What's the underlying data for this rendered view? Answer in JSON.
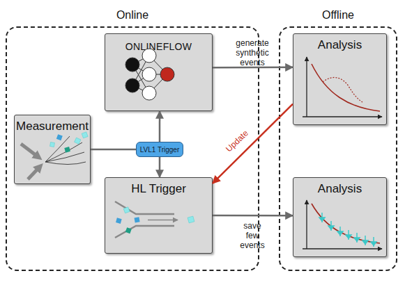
{
  "diagram": {
    "nodes": [
      {
        "text": [
          "Online"
        ]
      },
      {
        "text": [
          "ONLINEFLOW"
        ],
        "in": 0
      },
      {
        "text": [
          "Measurement"
        ],
        "in": 0
      },
      {
        "text": [
          "LVL1 Trigger"
        ],
        "in": 0
      },
      {
        "text": [
          "HL Trigger"
        ],
        "in": 0
      },
      {
        "text": [
          "Offline"
        ]
      },
      {
        "text": [
          "Analysis"
        ],
        "in": 5
      },
      {
        "text": [
          "Analysis"
        ],
        "in": 5
      }
    ],
    "edges": [
      {
        "from": 2,
        "to": 3,
        "arrow": "none"
      },
      {
        "from": 3,
        "to": 1,
        "arrow": "to"
      },
      {
        "from": 3,
        "to": 4,
        "arrow": "to"
      },
      {
        "from": 1,
        "to": 6,
        "arrow": "to",
        "label": "generate synthetic events"
      },
      {
        "from": 6,
        "to": 4,
        "arrow": "to",
        "label": "Update"
      },
      {
        "from": 4,
        "to": 7,
        "arrow": "to",
        "label": "save few events"
      }
    ]
  }
}
